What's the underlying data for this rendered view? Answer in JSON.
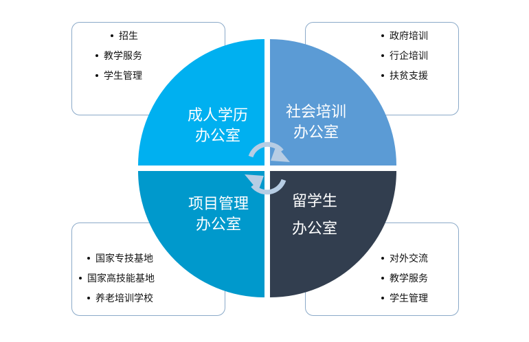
{
  "quadrants": {
    "top_left": {
      "line1": "成人学历",
      "line2": "办公室",
      "color": "#00b0f0"
    },
    "top_right": {
      "line1": "社会培训",
      "line2": "办公室",
      "color": "#5b9bd5"
    },
    "bottom_left": {
      "line1": "项目管理",
      "line2": "办公室",
      "color": "#0099cc"
    },
    "bottom_right": {
      "line1": "留学生",
      "line2": "办公室",
      "color": "#323e4f"
    }
  },
  "lists": {
    "top_left": [
      "招生",
      "教学服务",
      "学生管理"
    ],
    "top_right": [
      "政府培训",
      "行企培训",
      "扶贫支援"
    ],
    "bottom_left": [
      "国家专技基地",
      "国家高技能基地",
      "养老培训学校"
    ],
    "bottom_right": [
      "对外交流",
      "教学服务",
      "学生管理"
    ]
  },
  "colors": {
    "box_border": "#8aa9c8",
    "cycle_arrow": "#b7cde4"
  }
}
